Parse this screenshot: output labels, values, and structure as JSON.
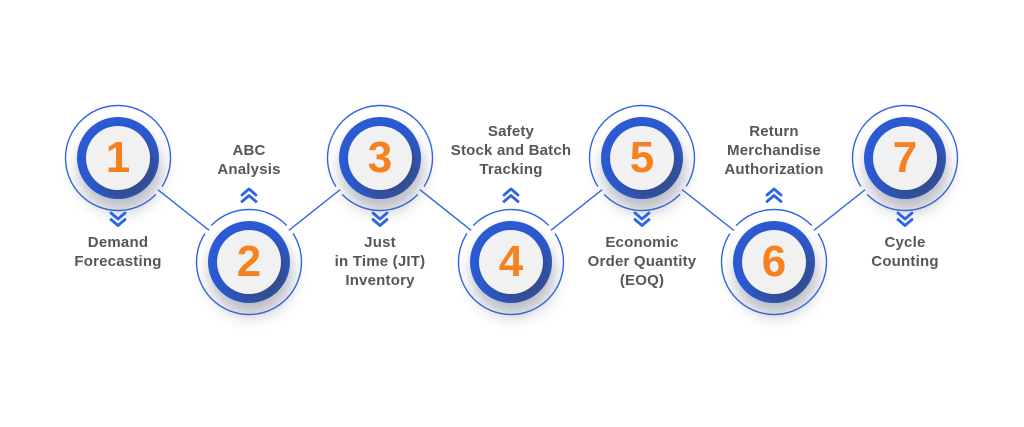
{
  "colors": {
    "ring_blue": "#2b5ad3",
    "accent_blue": "#2f65e4",
    "number_orange": "#f5821f",
    "inner_gray": "#f1f1f2",
    "label_gray": "#53575d"
  },
  "steps": [
    {
      "number": "1",
      "position": "top",
      "label": "Demand\nForecasting"
    },
    {
      "number": "2",
      "position": "bottom",
      "label": "ABC\nAnalysis"
    },
    {
      "number": "3",
      "position": "top",
      "label": "Just\nin Time (JIT)\nInventory"
    },
    {
      "number": "4",
      "position": "bottom",
      "label": "Safety\nStock and Batch\nTracking"
    },
    {
      "number": "5",
      "position": "top",
      "label": "Economic\nOrder Quantity\n(EOQ)"
    },
    {
      "number": "6",
      "position": "bottom",
      "label": "Return\nMerchandise\nAuthorization"
    },
    {
      "number": "7",
      "position": "top",
      "label": "Cycle\nCounting"
    }
  ]
}
